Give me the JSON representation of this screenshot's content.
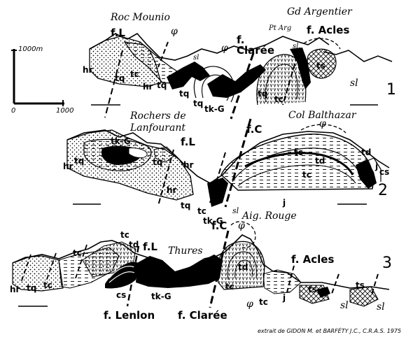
{
  "colors": {
    "ink": "#000000",
    "paper": "#ffffff"
  },
  "scale_bar": {
    "vertical_label": "1000m",
    "zero_label": "0",
    "horizontal_label": "1000"
  },
  "sections": [
    {
      "number": "1",
      "place_names": [
        "Roc Mounio",
        "Gd Argentier",
        "Pt Arg"
      ],
      "faults": [
        "f.L",
        "f. Clarée",
        "f. Acles"
      ],
      "units": [
        "hr",
        "tq",
        "tc",
        "hr",
        "tq",
        "tk-G",
        "tq",
        "tc",
        "ts",
        "sl",
        "sl",
        "sl",
        "sl"
      ],
      "symbol": "φ"
    },
    {
      "number": "2",
      "place_names": [
        "Rochers de Lanfourant",
        "Col Balthazar"
      ],
      "faults": [
        "f.L",
        "f.C"
      ],
      "units": [
        "tk-G",
        "hr",
        "tq",
        "tc",
        "tq",
        "hr",
        "hr",
        "tq",
        "tc",
        "tk-G",
        "sl",
        "tc",
        "td",
        "tc",
        "td",
        "j",
        "cs",
        "j"
      ],
      "symbol": "φ"
    },
    {
      "number": "3",
      "place_names": [
        "Aig. Rouge",
        "Thures"
      ],
      "faults": [
        "f.L",
        "f.C",
        "f. Acles",
        "f. Lenlon",
        "f. Clarée"
      ],
      "units": [
        "hr",
        "tq",
        "tc",
        "tc",
        "tc",
        "td",
        "cs",
        "tk-G",
        "td",
        "tc",
        "tc",
        "ts",
        "ts",
        "sl",
        "sl",
        "j"
      ],
      "symbol": "φ"
    }
  ],
  "credit": "extrait de GIDON M.  et BARFÉTY J.C., C.R.A.S. 1975"
}
